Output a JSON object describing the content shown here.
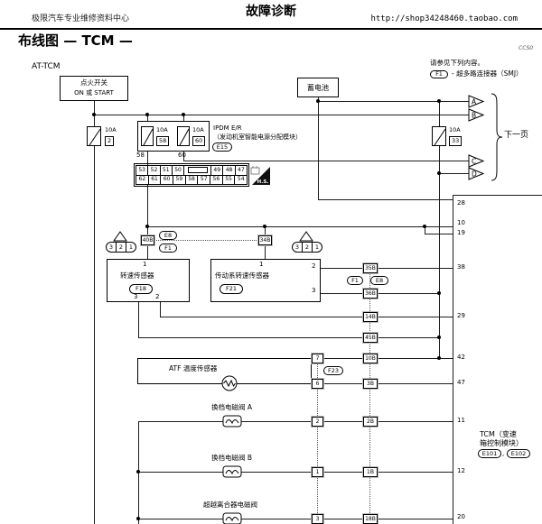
{
  "header": {
    "doc_title": "故障诊断",
    "site_name": "极限汽车专业维修资料中心",
    "url": "http://shop34248460.taobao.com"
  },
  "page": {
    "section_title": "布线图 — TCM —",
    "figure_code": "CCS0",
    "diagram_label": "AT-TCM",
    "next_page": "下一页",
    "note_line1": "请参见下列内容。",
    "note_ref": "F1",
    "note_line2": "- 超多路连接器（SMJ）"
  },
  "power": {
    "ignition_line1": "点火开关",
    "ignition_line2": "ON 或 START",
    "battery": "蓄电池",
    "fuse_rating": "10A",
    "fuse2_id": "2",
    "fuse58_id": "58",
    "fuse60_id": "60",
    "fuse33_id": "33",
    "pin58": "58",
    "pin60": "60",
    "ipdm_name": "IPDM E/R",
    "ipdm_desc": "（发动机室智能电源分配模块）",
    "ipdm_conn": "E15"
  },
  "grid": {
    "row1": [
      "53",
      "52",
      "51",
      "50",
      "49",
      "48",
      "47"
    ],
    "row2": [
      "62",
      "61",
      "60",
      "59",
      "58",
      "57",
      "56",
      "55",
      "54"
    ],
    "hs": "H.S."
  },
  "arrows": {
    "a": "A",
    "b": "B",
    "c": "C",
    "d": "D"
  },
  "plug": [
    "3",
    "2",
    "1"
  ],
  "sensors": {
    "f18_name": "转速传感器",
    "f18_conn": "F18",
    "f18_pin1": "1",
    "f18_pin3": "3",
    "f18_pin2": "2",
    "f21_name": "传动系转速传感器",
    "f21_conn": "F21",
    "f21_pin1": "1",
    "f21_pin2": "2",
    "f21_pin3": "3",
    "atf_name": "ATF 温度传感器",
    "atf_conn": "F23",
    "atf_pin7": "7",
    "atf_pin6": "6"
  },
  "solenoids": {
    "a_name": "换档电磁阀 A",
    "b_name": "换档电磁阀 B",
    "c_name": "超越离合器电磁阀",
    "a_pin": "2",
    "b_pin": "1",
    "c_pin": "3"
  },
  "smj": {
    "e8": "E8",
    "f1": "F1",
    "b40": "40B",
    "b34": "34B",
    "b35": "35B",
    "b36": "36B",
    "b14": "14B",
    "b45": "45B",
    "b10": "10B",
    "b3": "3B",
    "b2": "2B",
    "b1": "1B",
    "b18": "18B"
  },
  "tcm": {
    "label_line1": "TCM（变速",
    "label_line2": "箱控制模块）",
    "conn1": "E101",
    "conn2": "E102",
    "comma": ",",
    "pins": {
      "p28": "28",
      "p10": "10",
      "p19": "19",
      "p38": "38",
      "p29": "29",
      "p42": "42",
      "p47": "47",
      "p11": "11",
      "p12": "12",
      "p20": "20"
    }
  }
}
